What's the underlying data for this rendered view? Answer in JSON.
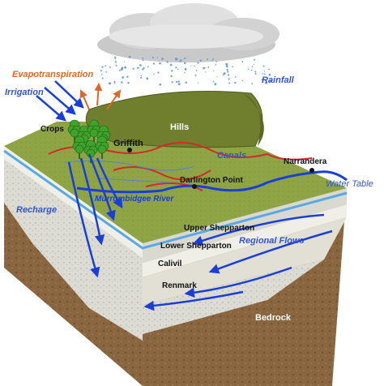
{
  "labels": {
    "rainfall": "Rainfall",
    "evapotranspiration": "Evapotranspiration",
    "irrigation": "Irrigation",
    "crops": "Crops",
    "hills": "Hills",
    "griffith": "Griffith",
    "canals": "Canals",
    "narrandera": "Narrandera",
    "darlington_point": "Darlington Point",
    "water_table": "Water Table",
    "murrumbidgee_river": "Murrumbidgee River",
    "recharge": "Recharge",
    "upper_shepparton": "Upper Shepparton",
    "lower_shepparton": "Lower Shepparton",
    "regional_flows": "Regional Flows",
    "calivil": "Calivil",
    "renmark": "Renmark",
    "bedrock": "Bedrock"
  },
  "colors": {
    "blue_label": "#3355cc",
    "flow_arrow": "#1a3fd6",
    "evap_arrow": "#e0662a",
    "evap_label": "#e0662a",
    "canal": "#d42a2a",
    "ground": "#8fa545",
    "hills": "#6f7f2e",
    "bedrock": "#8a6640",
    "sediment": "#d9d9d0"
  },
  "icons": {
    "cloud": "cloud-icon",
    "tree": "tree-icon",
    "town": "town-marker-icon"
  }
}
